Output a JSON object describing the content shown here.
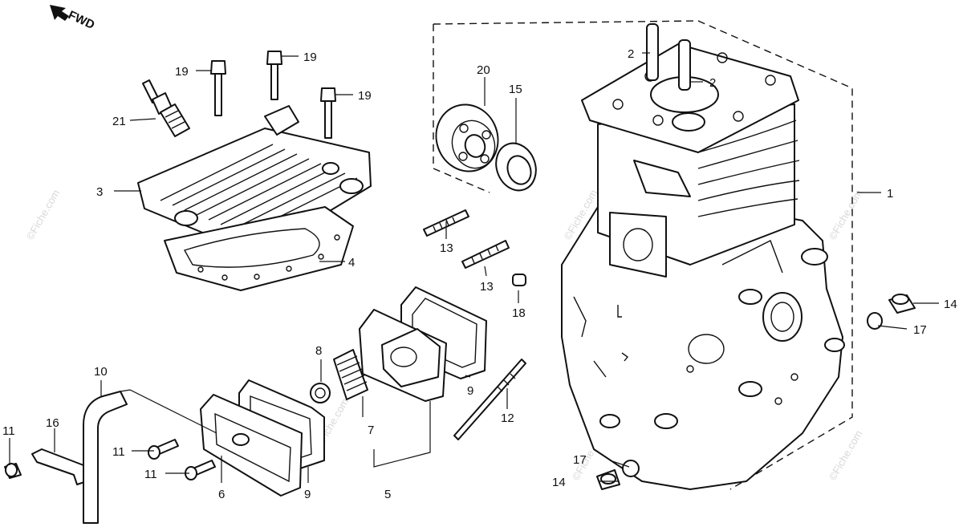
{
  "direction_indicator": "FWD",
  "watermark": "©Fiche.com",
  "callouts": {
    "c1": "1",
    "c2a": "2",
    "c2b": "2",
    "c3": "3",
    "c4": "4",
    "c5": "5",
    "c6": "6",
    "c7": "7",
    "c8": "8",
    "c9a": "9",
    "c9b": "9",
    "c10": "10",
    "c11a": "11",
    "c11b": "11",
    "c11c": "11",
    "c12": "12",
    "c13a": "13",
    "c13b": "13",
    "c14a": "14",
    "c14b": "14",
    "c15": "15",
    "c16": "16",
    "c17a": "17",
    "c17b": "17",
    "c18": "18",
    "c19a": "19",
    "c19b": "19",
    "c19c": "19",
    "c20": "20",
    "c21": "21"
  }
}
